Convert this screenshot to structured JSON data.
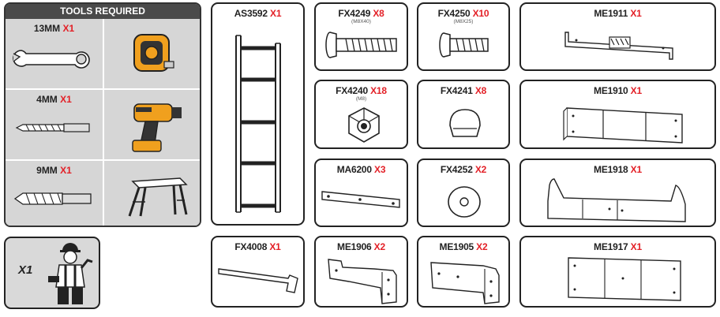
{
  "tools": {
    "header": "TOOLS REQUIRED",
    "wrench": {
      "size": "13MM",
      "qty": "X1"
    },
    "drill_bit_small": {
      "size": "4MM",
      "qty": "X1"
    },
    "drill_bit_large": {
      "size": "9MM",
      "qty": "X1"
    },
    "tape_measure": {
      "icon": "tape-measure-icon"
    },
    "power_drill": {
      "icon": "power-drill-icon"
    },
    "step_platform": {
      "icon": "step-platform-icon"
    }
  },
  "workers": {
    "qty": "X1",
    "icon": "worker-icon"
  },
  "parts": {
    "as3592": {
      "code": "AS3592",
      "qty": "X1"
    },
    "fx4249": {
      "code": "FX4249",
      "qty": "X8",
      "size": "(M8X40)"
    },
    "fx4250": {
      "code": "FX4250",
      "qty": "X10",
      "size": "(M8X25)"
    },
    "me1911": {
      "code": "ME1911",
      "qty": "X1"
    },
    "fx4240": {
      "code": "FX4240",
      "qty": "X18",
      "size": "(M8)"
    },
    "fx4241": {
      "code": "FX4241",
      "qty": "X8"
    },
    "me1910": {
      "code": "ME1910",
      "qty": "X1"
    },
    "ma6200": {
      "code": "MA6200",
      "qty": "X3"
    },
    "fx4252": {
      "code": "FX4252",
      "qty": "X2"
    },
    "me1918": {
      "code": "ME1918",
      "qty": "X1"
    },
    "fx4008": {
      "code": "FX4008",
      "qty": "X1"
    },
    "me1906": {
      "code": "ME1906",
      "qty": "X2"
    },
    "me1905": {
      "code": "ME1905",
      "qty": "X2"
    },
    "me1917": {
      "code": "ME1917",
      "qty": "X1"
    }
  },
  "colors": {
    "accent": "#e32027",
    "header_bg": "#4a4a4a",
    "panel_bg": "#d9d9d9",
    "tool_yellow": "#f0a01e"
  }
}
